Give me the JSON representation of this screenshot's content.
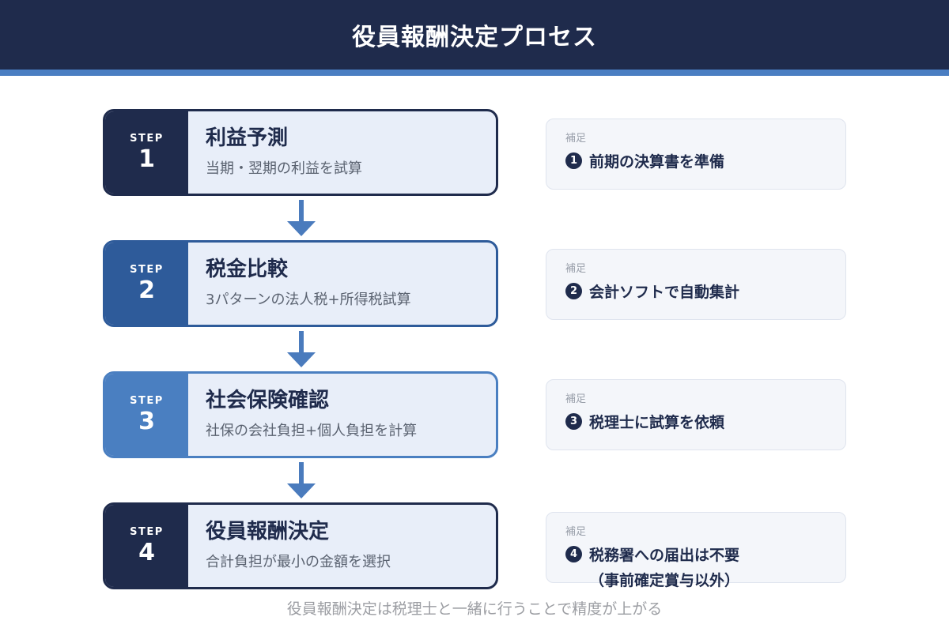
{
  "header": {
    "title": "役員報酬決定プロセス"
  },
  "steps": [
    {
      "step_label": "STEP",
      "number": "1",
      "title": "利益予測",
      "description": "当期・翌期の利益を試算",
      "accent": "#1f2b4c"
    },
    {
      "step_label": "STEP",
      "number": "2",
      "title": "税金比較",
      "description": "3パターンの法人税+所得税試算",
      "accent": "#2e5b9a"
    },
    {
      "step_label": "STEP",
      "number": "3",
      "title": "社会保険確認",
      "description": "社保の会社負担+個人負担を計算",
      "accent": "#4a7fc1"
    },
    {
      "step_label": "STEP",
      "number": "4",
      "title": "役員報酬決定",
      "description": "合計負担が最小の金額を選択",
      "accent": "#1f2b4c"
    }
  ],
  "notes": [
    {
      "label": "補足",
      "number": "1",
      "text": "前期の決算書を準備"
    },
    {
      "label": "補足",
      "number": "2",
      "text": "会計ソフトで自動集計"
    },
    {
      "label": "補足",
      "number": "3",
      "text": "税理士に試算を依頼"
    },
    {
      "label": "補足",
      "number": "4",
      "text": "税務署への届出は不要",
      "text2": "（事前確定賞与以外）"
    }
  ],
  "footer": {
    "note": "役員報酬決定は税理士と一緒に行うことで精度が上がる"
  },
  "colors": {
    "header_bg": "#1f2b4c",
    "header_stripe": "#4a7ec2",
    "card_bg": "#e8eef9",
    "arrow": "#4a7bbd",
    "note_bg": "#f4f6fa",
    "note_border": "#dfe4ee",
    "title_text": "#1f2b4c",
    "desc_text": "#5a6270",
    "footer_text": "#9c9ea3"
  }
}
